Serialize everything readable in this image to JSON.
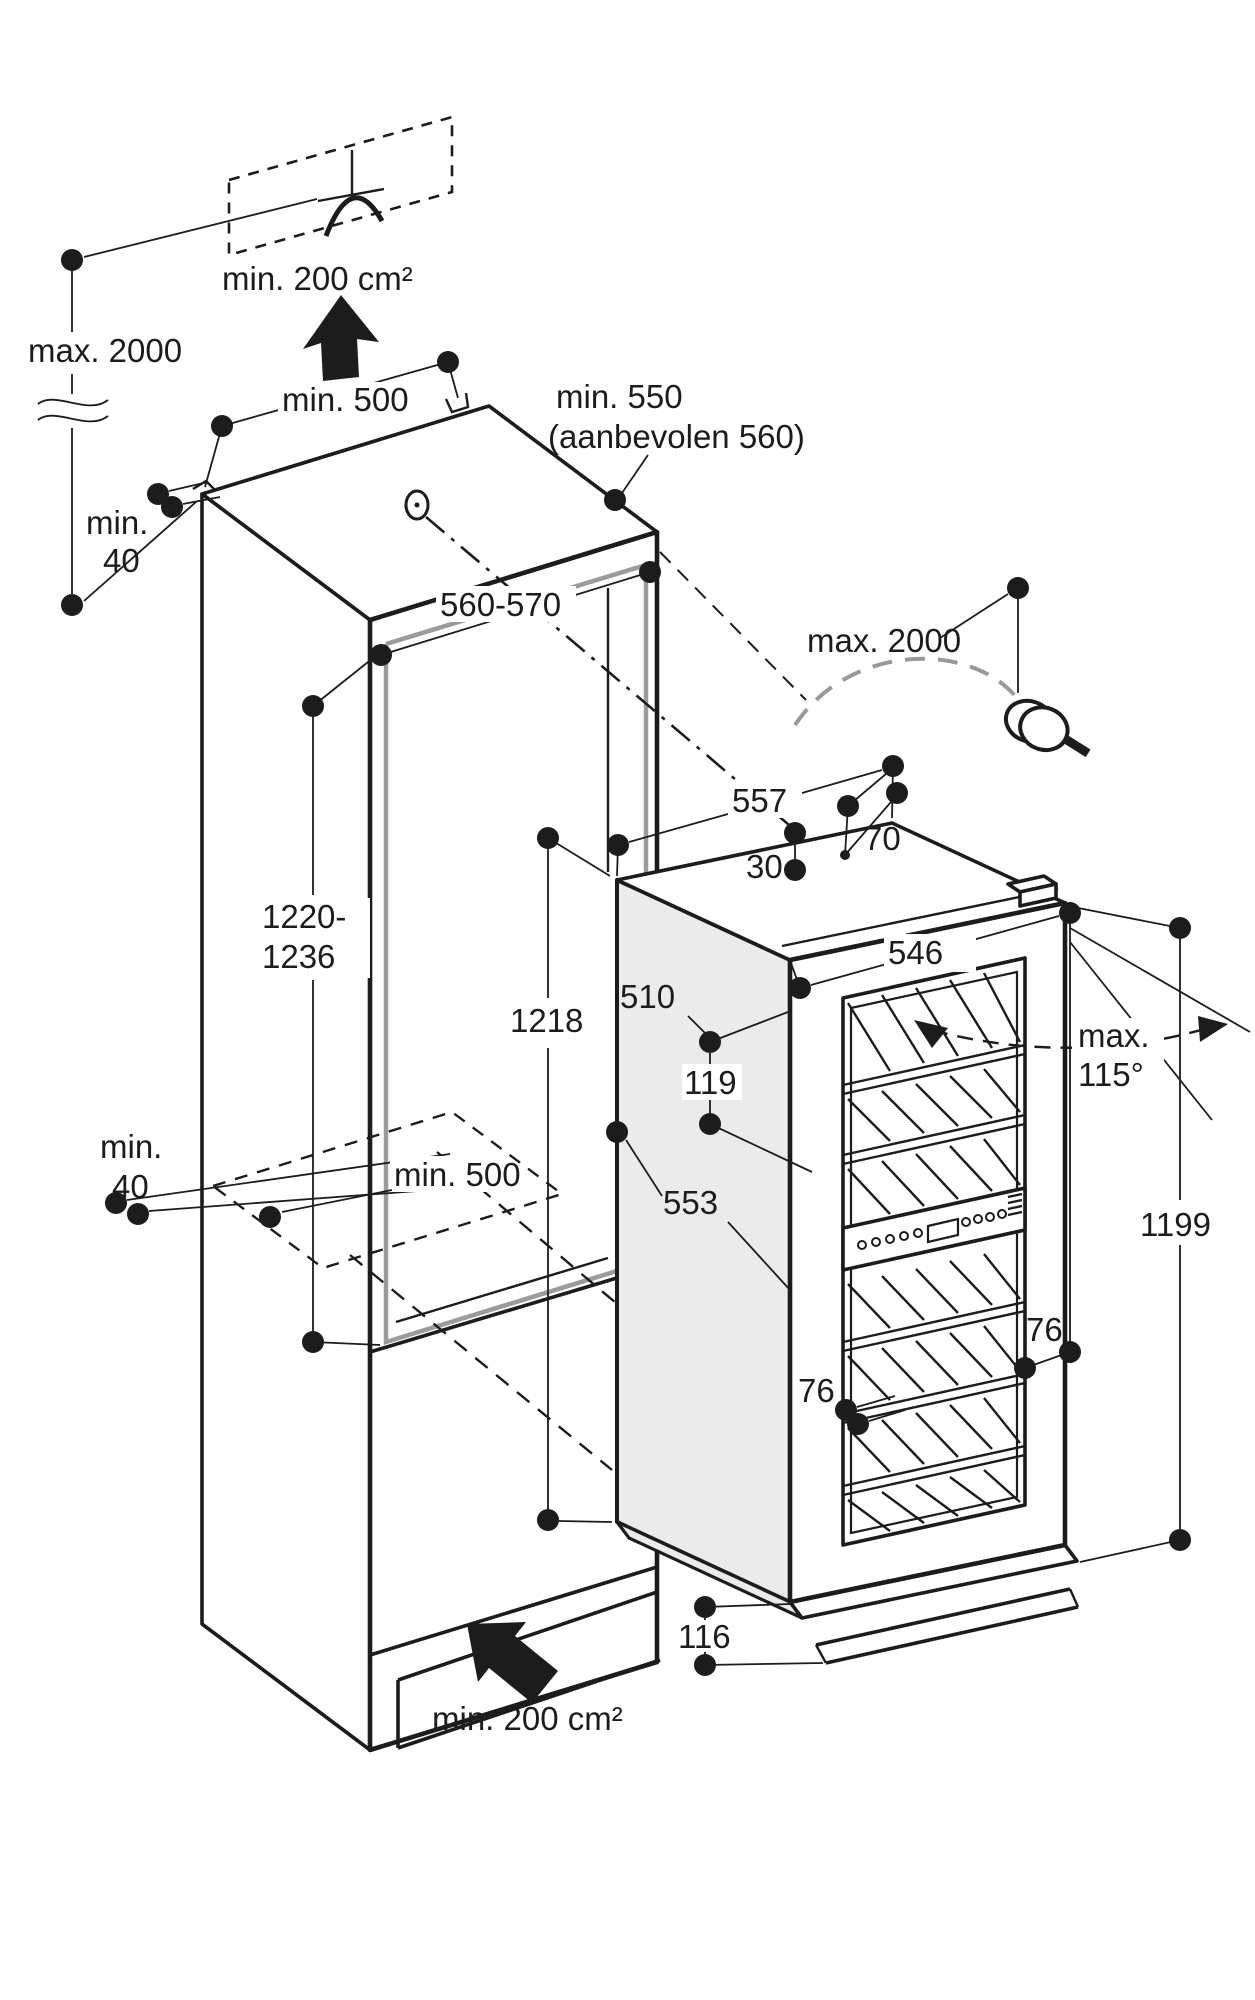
{
  "diagram": {
    "kind": "appliance-installation-drawing",
    "labels": {
      "vent_top": "min. 200 cm²",
      "height_max_left": "max. 2000",
      "clearance_top": "min. 500",
      "depth_min": "min. 550",
      "depth_recommended": "(aanbevolen 560)",
      "gap_top_l1": "min.",
      "gap_top_l2": "40",
      "niche_width": "560-570",
      "cable_max": "max. 2000",
      "pos_557": "557",
      "pos_30": "30",
      "pos_70": "70",
      "niche_height_l1": "1220-",
      "niche_height_l2": "1236",
      "height_1218": "1218",
      "depth_510": "510",
      "depth_119": "119",
      "width_546": "546",
      "depth_553": "553",
      "gap_rear_l1": "min.",
      "gap_rear_l2": "40",
      "clearance_rear": "min. 500",
      "door_angle_l1": "max.",
      "door_angle_l2": "115°",
      "height_1199": "1199",
      "offset_76_left": "76",
      "offset_76_right": "76",
      "plinth_116": "116",
      "vent_bottom": "min. 200 cm²"
    },
    "colors": {
      "line": "#1c1c1c",
      "panel_shade": "#ebebeb",
      "inner_frame": "#9b9b9b",
      "cable": "#999999",
      "background": "#ffffff"
    },
    "icons": {
      "air_outlet": "air-outlet-icon",
      "power_plug": "power-plug-icon",
      "airflow_up": "airflow-arrow-icon",
      "airflow_bottom": "airflow-arrow-icon"
    }
  }
}
